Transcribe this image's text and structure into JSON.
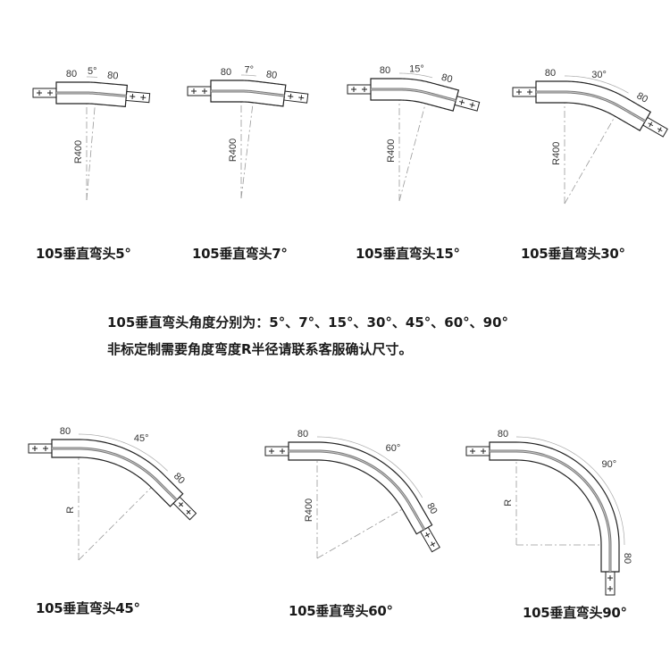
{
  "diagrams": [
    {
      "angle": 5,
      "angle_label": "5°",
      "dim_left": "80",
      "dim_right": "80",
      "radius_label": "R400",
      "caption": "105垂直弯头5°"
    },
    {
      "angle": 7,
      "angle_label": "7°",
      "dim_left": "80",
      "dim_right": "80",
      "radius_label": "R400",
      "caption": "105垂直弯头7°"
    },
    {
      "angle": 15,
      "angle_label": "15°",
      "dim_left": "80",
      "dim_right": "80",
      "radius_label": "R400",
      "caption": "105垂直弯头15°"
    },
    {
      "angle": 30,
      "angle_label": "30°",
      "dim_left": "80",
      "dim_right": "80",
      "radius_label": "R400",
      "caption": "105垂直弯头30°"
    },
    {
      "angle": 45,
      "angle_label": "45°",
      "dim_left": "80",
      "dim_right": "80",
      "radius_label": "R",
      "caption": "105垂直弯头45°"
    },
    {
      "angle": 60,
      "angle_label": "60°",
      "dim_left": "80",
      "dim_right": "80",
      "radius_label": "R400",
      "caption": "105垂直弯头60°"
    },
    {
      "angle": 90,
      "angle_label": "90°",
      "dim_left": "80",
      "dim_right": "80",
      "radius_label": "R",
      "caption": "105垂直弯头90°"
    }
  ],
  "notes": {
    "line1": "105垂直弯头角度分别为：5°、7°、15°、30°、45°、60°、90°",
    "line2": "非标定制需要角度弯度R半径请联系客服确认尺寸。"
  }
}
